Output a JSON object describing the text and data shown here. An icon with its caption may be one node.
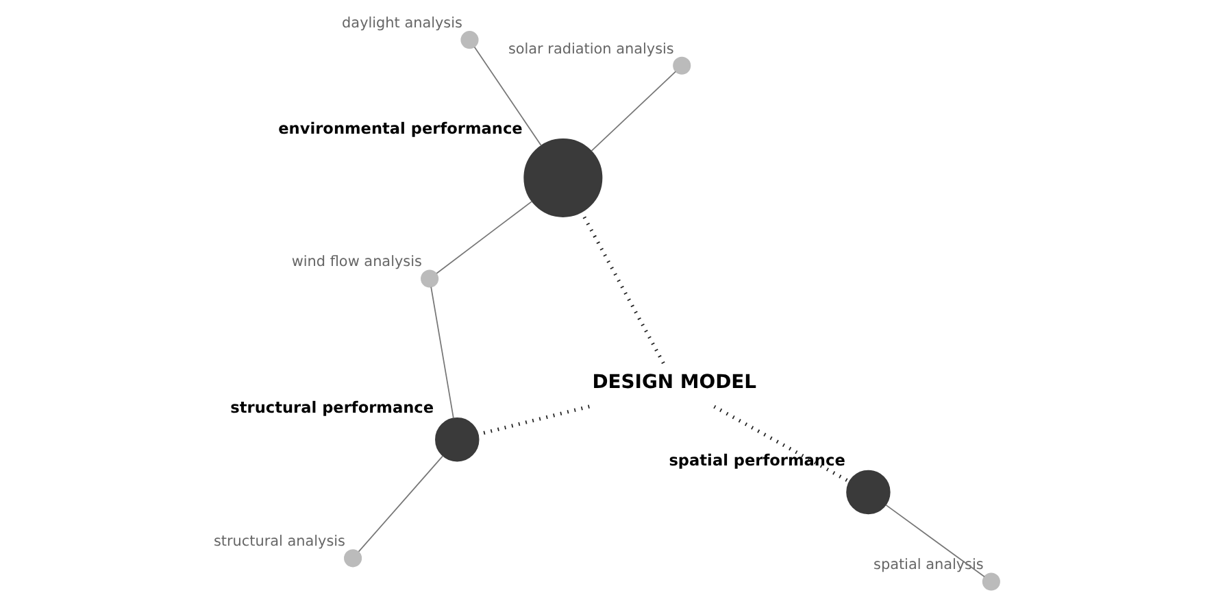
{
  "diagram": {
    "nodes": [
      {
        "text": [
          "DESIGN MODEL"
        ]
      },
      {
        "text": [
          "spatial performance"
        ]
      },
      {
        "text": [
          "spatial analysis"
        ]
      },
      {
        "text": [
          "environmental performance"
        ]
      },
      {
        "text": [
          "solar radiation analysis"
        ]
      },
      {
        "text": [
          "daylight analysis"
        ]
      },
      {
        "text": [
          "wind flow analysis"
        ]
      },
      {
        "text": [
          "structural performance"
        ]
      },
      {
        "text": [
          "structural analysis"
        ]
      }
    ],
    "edges": [
      {
        "from": 0,
        "to": 1,
        "arrow": "none",
        "style": "dashed",
        "color": "#222222"
      },
      {
        "from": 0,
        "to": 3,
        "arrow": "none",
        "style": "dashed",
        "color": "#222222"
      },
      {
        "from": 0,
        "to": 7,
        "arrow": "none",
        "style": "dashed",
        "color": "#222222"
      },
      {
        "from": 1,
        "to": 2,
        "arrow": "none"
      },
      {
        "from": 3,
        "to": 4,
        "arrow": "none"
      },
      {
        "from": 3,
        "to": 5,
        "arrow": "none"
      },
      {
        "from": 3,
        "to": 6,
        "arrow": "none"
      },
      {
        "from": 7,
        "to": 6,
        "arrow": "none"
      },
      {
        "from": 7,
        "to": 8,
        "arrow": "none"
      }
    ]
  }
}
